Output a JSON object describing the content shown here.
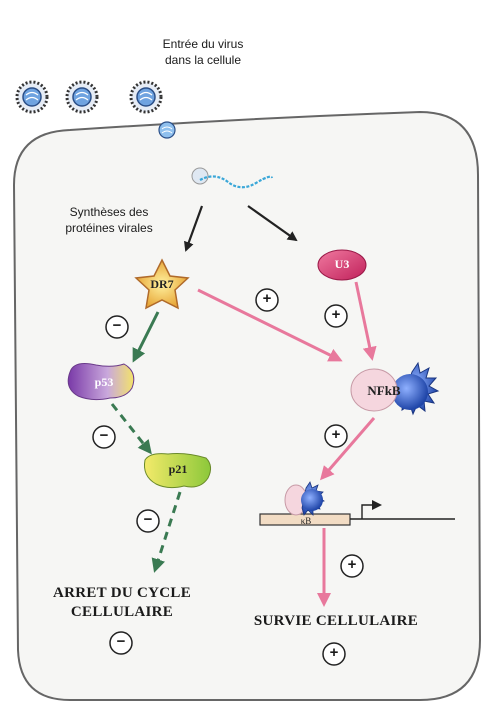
{
  "labels": {
    "virus_entry_line1": "Entrée du virus",
    "virus_entry_line2": "dans la cellule",
    "synthesis_line1": "Synthèses des",
    "synthesis_line2": "protéines virales",
    "dr7": "DR7",
    "u3": "U3",
    "p53": "p53",
    "p21": "p21",
    "nfkb": "NFkB",
    "kb": "κB",
    "arrest_line1": "ARRET DU CYCLE",
    "arrest_line2": "CELLULAIRE",
    "survival": "SURVIE CELLULAIRE"
  },
  "signs": {
    "plus": "+",
    "minus": "−"
  },
  "colors": {
    "arrow_black": "#222222",
    "arrow_pink": "#e8789c",
    "arrow_green": "#3a7a52",
    "cell_border": "#666666",
    "cell_fill": "#f6f6f4",
    "dr7_fill": "#f5c84a",
    "u3_fill": "#d8306a",
    "p53_fill": "#8a4fb0",
    "p21_fill": "#a8d23a",
    "nfkb_pink": "#f3cfd8",
    "nfkb_blue": "#2f5fc4"
  }
}
